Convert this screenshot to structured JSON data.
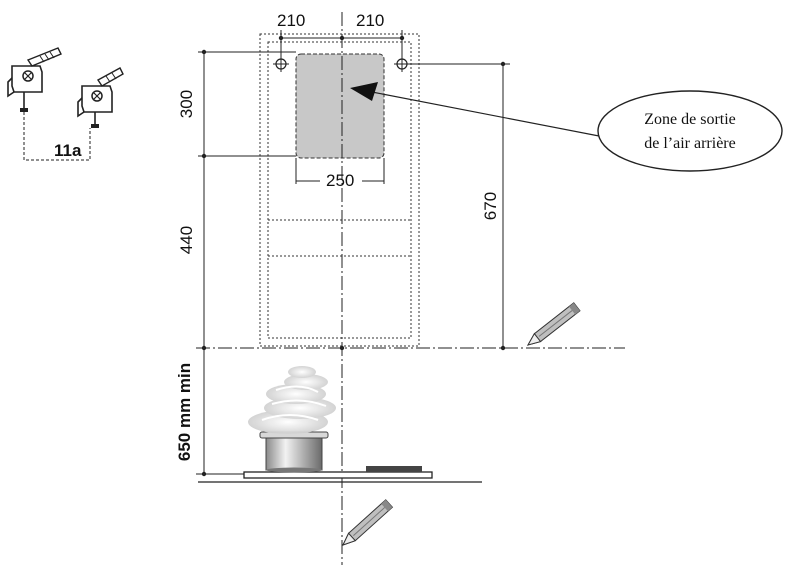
{
  "dimensions": {
    "left_offset": "210",
    "right_offset": "210",
    "outlet_width": "250",
    "outlet_height": "300",
    "lower_height": "440",
    "total_height": "670",
    "min_clearance": "650 mm min"
  },
  "part_label": "11a",
  "callout": {
    "line1": "Zone de sortie",
    "line2": "de l’air arrière"
  },
  "colors": {
    "outlet_fill": "#c8c8c8",
    "line": "#222222",
    "pot_body": "#b0b0b0"
  },
  "icons": [
    "wall-bracket-icon",
    "wall-bracket-icon",
    "pencil-icon",
    "pencil-icon",
    "pot-icon",
    "steam-icon",
    "hob-icon"
  ]
}
